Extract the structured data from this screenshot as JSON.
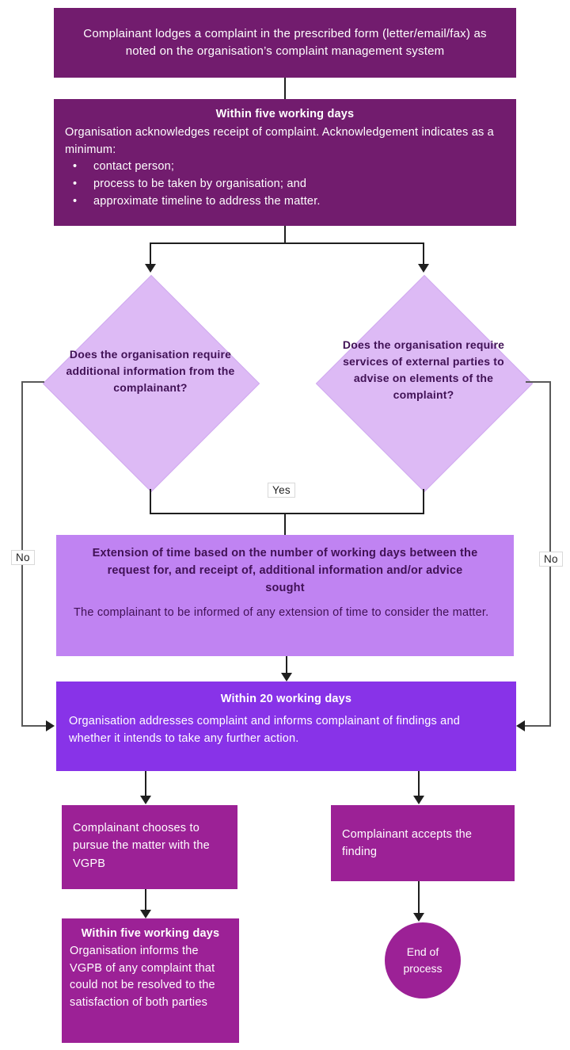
{
  "colors": {
    "dark": "#721c6e",
    "magenta": "#9c2196",
    "violet": "#8833e8",
    "medium": "#c083f2",
    "lavender": "#ddbaf5",
    "plum": "#401155",
    "line": "#1f1f1f"
  },
  "nodes": {
    "lodge": {
      "text": "Complainant lodges a complaint in the prescribed form (letter/email/fax) as noted on the organisation’s complaint management system"
    },
    "acknowledge": {
      "title": "Within five working days",
      "body": "Organisation acknowledges receipt of complaint. Acknowledgement indicates as a minimum:",
      "bullets": [
        "contact person;",
        "process to be taken by organisation; and",
        "approximate timeline to address the matter."
      ]
    },
    "decision_additional_info": {
      "text": "Does the organisation require additional information from the complainant?"
    },
    "decision_external_parties": {
      "text": "Does the organisation require services of external parties to advise on elements of the complaint?"
    },
    "extension": {
      "title": "Extension of time based on the number of working days between the request for, and receipt of, additional information and/or advice sought",
      "body": "The complainant to be informed of any extension of time to consider the matter."
    },
    "within20": {
      "title": "Within 20 working days",
      "body": "Organisation addresses complaint and informs complainant of findings and whether it intends to take any further action."
    },
    "pursue": {
      "text": "Complainant chooses to pursue the matter with the VGPB"
    },
    "accept": {
      "text": "Complainant accepts the finding"
    },
    "inform_vgpb": {
      "title": "Within five working days",
      "body": "Organisation informs the VGPB of any complaint that could not be resolved to the satisfaction of both parties"
    },
    "end": {
      "text": "End of process"
    }
  },
  "labels": {
    "yes": "Yes",
    "no_left": "No",
    "no_right": "No"
  }
}
